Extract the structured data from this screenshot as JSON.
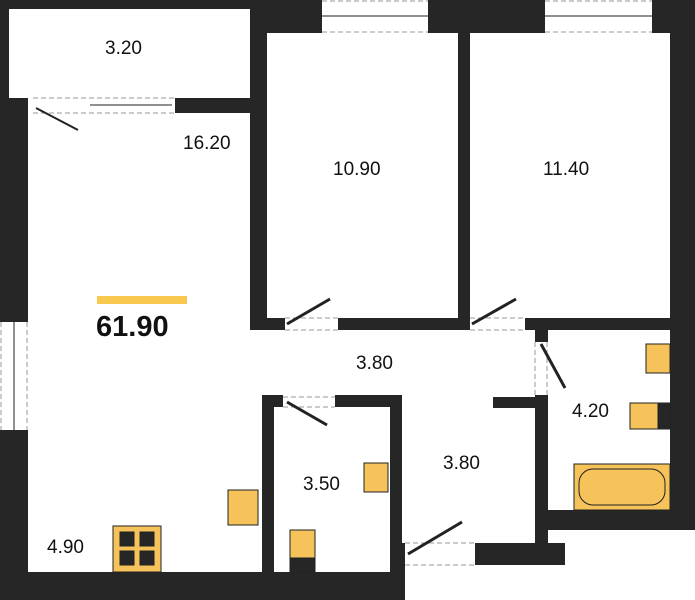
{
  "total_area": "61.90",
  "rooms": {
    "balcony": "3.20",
    "living": "16.20",
    "bedroom1": "10.90",
    "bedroom2": "11.40",
    "hall": "3.80",
    "corridor": "3.80",
    "wc": "3.50",
    "bathroom": "4.20",
    "kitchen": "4.90"
  },
  "colors": {
    "wall": "#262626",
    "fixture": "#f6c25a",
    "accent": "#f9c84f"
  }
}
